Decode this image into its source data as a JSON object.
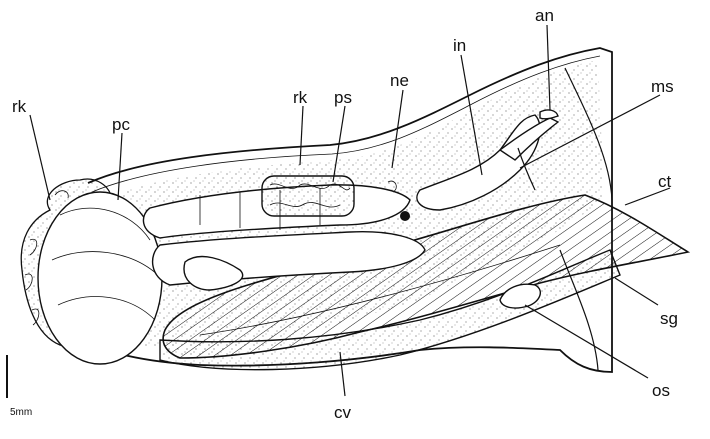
{
  "labels": {
    "rk_left": "rk",
    "pc": "pc",
    "rk_top": "rk",
    "ps": "ps",
    "ne": "ne",
    "in": "in",
    "an": "an",
    "ms": "ms",
    "ct": "ct",
    "sg": "sg",
    "os": "os",
    "cv": "cv"
  },
  "scale_bar": {
    "label": "5mm"
  }
}
